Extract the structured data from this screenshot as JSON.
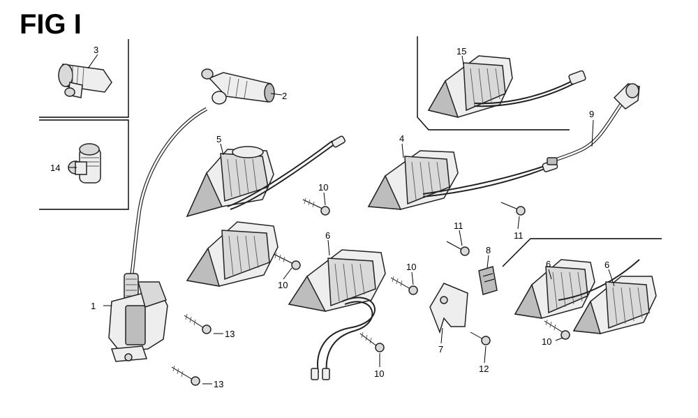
{
  "figure": {
    "title": "FIG I"
  },
  "callouts": {
    "c1": "1",
    "c2": "2",
    "c3": "3",
    "c4": "4",
    "c5": "5",
    "c6a": "6",
    "c6b": "6",
    "c6c": "6",
    "c7": "7",
    "c8": "8",
    "c9": "9",
    "c10a": "10",
    "c10b": "10",
    "c10c": "10",
    "c10d": "10",
    "c10e": "10",
    "c11a": "11",
    "c11b": "11",
    "c12": "12",
    "c13a": "13",
    "c13b": "13",
    "c14": "14",
    "c15": "15"
  }
}
